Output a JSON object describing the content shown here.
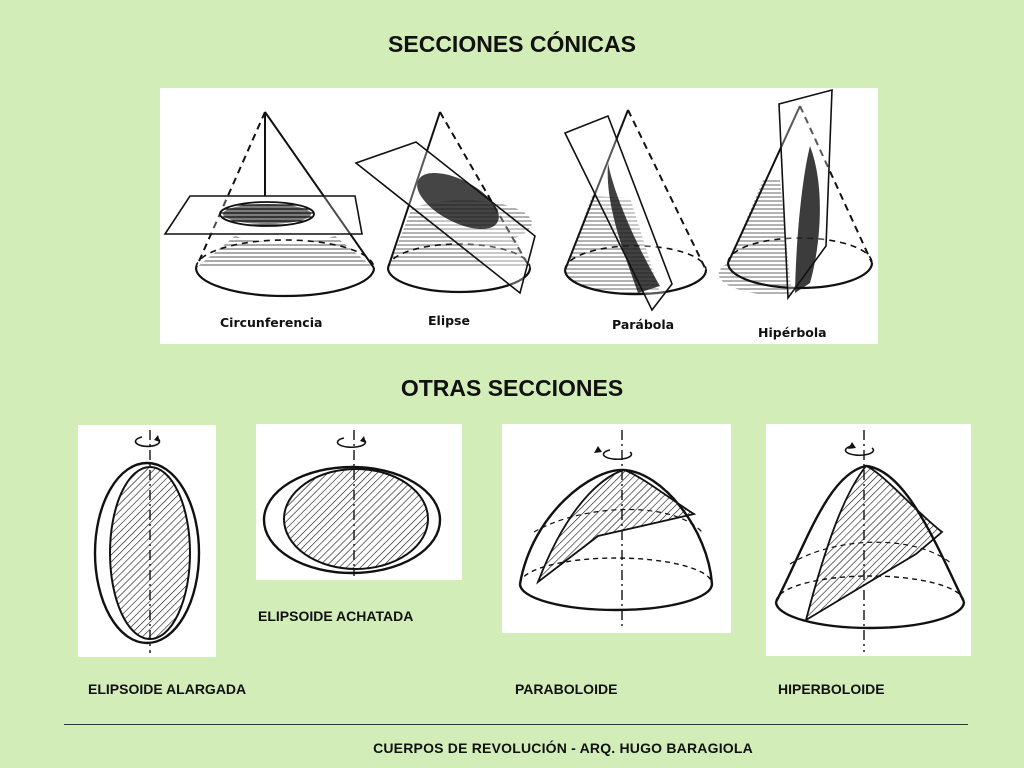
{
  "titles": {
    "main": "SECCIONES CÓNICAS",
    "other": "OTRAS SECCIONES"
  },
  "conic_sections": [
    {
      "label": "Circunferencia"
    },
    {
      "label": "Elipse"
    },
    {
      "label": "Parábola"
    },
    {
      "label": "Hipérbola"
    }
  ],
  "other_sections": [
    {
      "label": "ELIPSOIDE ALARGADA"
    },
    {
      "label": "ELIPSOIDE ACHATADA"
    },
    {
      "label": "PARABOLOIDE"
    },
    {
      "label": "HIPERBOLOIDE"
    }
  ],
  "footer": {
    "text": "CUERPOS DE REVOLUCIÓN   -   ARQ. HUGO BARAGIOLA"
  }
}
